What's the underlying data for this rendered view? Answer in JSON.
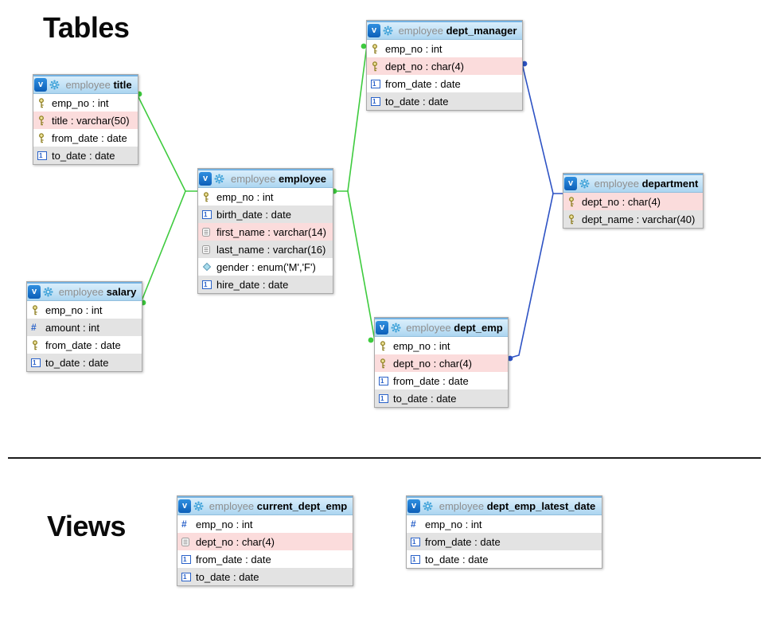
{
  "page": {
    "tables_heading": "Tables",
    "views_heading": "Views"
  },
  "diagram": {
    "badge_label": "v",
    "colors": {
      "relationship_green": "#3ecb3e",
      "relationship_blue": "#2d52c4"
    },
    "tables": [
      {
        "schema": "employee",
        "name": "title",
        "columns": [
          {
            "icon": "key-icon",
            "label": "emp_no : int",
            "bg": "default"
          },
          {
            "icon": "key-icon",
            "label": "title : varchar(50)",
            "bg": "highlight"
          },
          {
            "icon": "key-icon",
            "label": "from_date : date",
            "bg": "default"
          },
          {
            "icon": "date-icon",
            "label": "to_date : date",
            "bg": "alt"
          }
        ]
      },
      {
        "schema": "employee",
        "name": "employee",
        "columns": [
          {
            "icon": "key-icon",
            "label": "emp_no : int",
            "bg": "default"
          },
          {
            "icon": "date-icon",
            "label": "birth_date : date",
            "bg": "alt"
          },
          {
            "icon": "text-icon",
            "label": "first_name : varchar(14)",
            "bg": "highlight"
          },
          {
            "icon": "text-icon",
            "label": "last_name : varchar(16)",
            "bg": "alt"
          },
          {
            "icon": "enum-icon",
            "label": "gender : enum('M','F')",
            "bg": "default"
          },
          {
            "icon": "date-icon",
            "label": "hire_date : date",
            "bg": "alt"
          }
        ]
      },
      {
        "schema": "employee",
        "name": "dept_manager",
        "columns": [
          {
            "icon": "key-icon",
            "label": "emp_no : int",
            "bg": "default"
          },
          {
            "icon": "key-icon",
            "label": "dept_no : char(4)",
            "bg": "highlight"
          },
          {
            "icon": "date-icon",
            "label": "from_date : date",
            "bg": "default"
          },
          {
            "icon": "date-icon",
            "label": "to_date : date",
            "bg": "alt"
          }
        ]
      },
      {
        "schema": "employee",
        "name": "department",
        "columns": [
          {
            "icon": "key-icon",
            "label": "dept_no : char(4)",
            "bg": "highlight"
          },
          {
            "icon": "key-icon",
            "label": "dept_name : varchar(40)",
            "bg": "alt"
          }
        ]
      },
      {
        "schema": "employee",
        "name": "salary",
        "columns": [
          {
            "icon": "key-icon",
            "label": "emp_no : int",
            "bg": "default"
          },
          {
            "icon": "numeric-icon",
            "label": "amount : int",
            "bg": "alt"
          },
          {
            "icon": "key-icon",
            "label": "from_date : date",
            "bg": "default"
          },
          {
            "icon": "date-icon",
            "label": "to_date : date",
            "bg": "alt"
          }
        ]
      },
      {
        "schema": "employee",
        "name": "dept_emp",
        "columns": [
          {
            "icon": "key-icon",
            "label": "emp_no : int",
            "bg": "default"
          },
          {
            "icon": "key-icon",
            "label": "dept_no : char(4)",
            "bg": "highlight"
          },
          {
            "icon": "date-icon",
            "label": "from_date : date",
            "bg": "default"
          },
          {
            "icon": "date-icon",
            "label": "to_date : date",
            "bg": "alt"
          }
        ]
      },
      {
        "schema": "employee",
        "name": "current_dept_emp",
        "columns": [
          {
            "icon": "numeric-icon",
            "label": "emp_no : int",
            "bg": "default"
          },
          {
            "icon": "text-icon",
            "label": "dept_no : char(4)",
            "bg": "highlight"
          },
          {
            "icon": "date-icon",
            "label": "from_date : date",
            "bg": "default"
          },
          {
            "icon": "date-icon",
            "label": "to_date : date",
            "bg": "alt"
          }
        ]
      },
      {
        "schema": "employee",
        "name": "dept_emp_latest_date",
        "columns": [
          {
            "icon": "numeric-icon",
            "label": "emp_no : int",
            "bg": "default"
          },
          {
            "icon": "date-icon",
            "label": "from_date : date",
            "bg": "alt"
          },
          {
            "icon": "date-icon",
            "label": "to_date : date",
            "bg": "default"
          }
        ]
      }
    ],
    "connections": [
      {
        "id": "title-employee",
        "from": "title",
        "to": "employee",
        "color": "green"
      },
      {
        "id": "salary-employee",
        "from": "salary",
        "to": "employee",
        "color": "green"
      },
      {
        "id": "employee-dept_manager",
        "from": "employee",
        "to": "dept_manager",
        "color": "green"
      },
      {
        "id": "employee-dept_emp",
        "from": "employee",
        "to": "dept_emp",
        "color": "green"
      },
      {
        "id": "dept_manager-department",
        "from": "dept_manager",
        "to": "department",
        "color": "blue"
      },
      {
        "id": "dept_emp-department",
        "from": "dept_emp",
        "to": "department",
        "color": "blue"
      }
    ]
  }
}
